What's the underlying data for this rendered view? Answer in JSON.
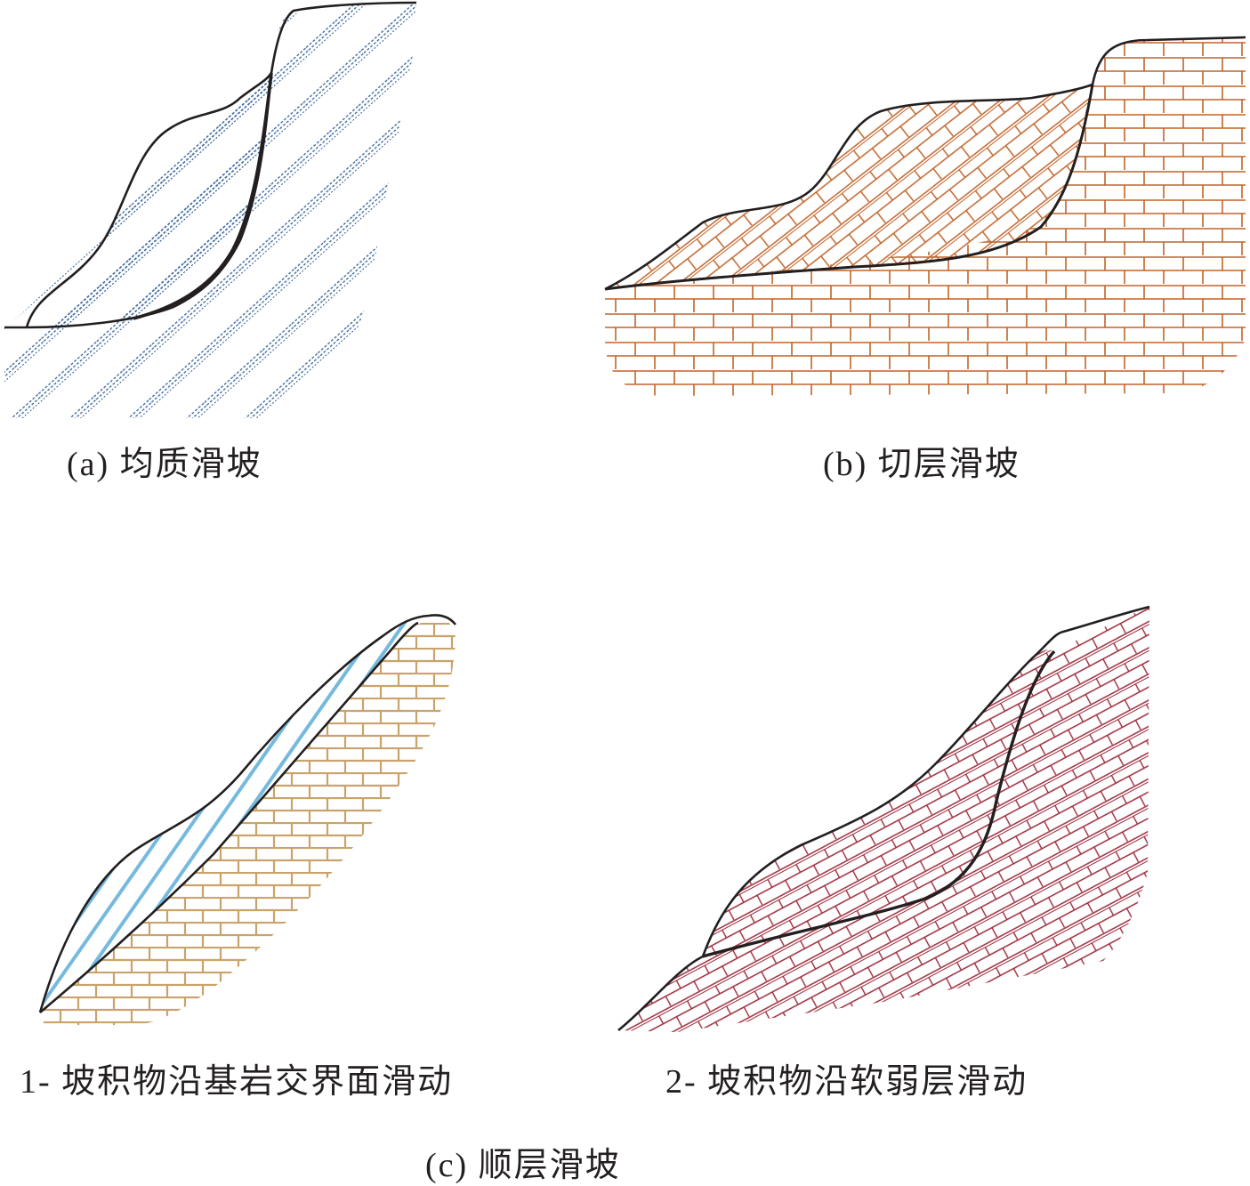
{
  "captions": {
    "a": "(a) 均质滑坡",
    "b": "(b) 切层滑坡",
    "c1": "1- 坡积物沿基岩交界面滑动",
    "c2": "2- 坡积物沿软弱层滑动",
    "c": "(c) 顺层滑坡"
  },
  "colors": {
    "outline": "#231f20",
    "homogeneous_dash": "#2f5d95",
    "cut_layer_brick": "#c0642a",
    "bedrock_tan": "#c9a36b",
    "colluvium_blue": "#76b9df",
    "bedding_red": "#9c2a3b"
  }
}
